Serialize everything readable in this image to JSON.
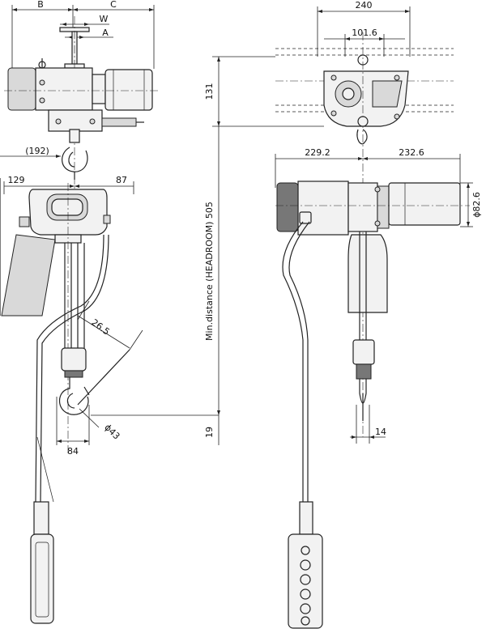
{
  "dimensions": {
    "B": "B",
    "C": "C",
    "W": "W",
    "A": "A",
    "span_192": "(192)",
    "left_129": "129",
    "right_87": "87",
    "angle_26_5": "26.5",
    "hook_dia_43": "ϕ43",
    "hook_width_84": "84",
    "headroom": "Min.distance (HEADROOM) 505",
    "bottom_19": "19",
    "top_131": "131",
    "width_240": "240",
    "beam_101_6": "101.6",
    "left_229_2": "229.2",
    "right_232_6": "232.6",
    "motor_dia_82_6": "ϕ82.6",
    "hook_14": "14"
  }
}
